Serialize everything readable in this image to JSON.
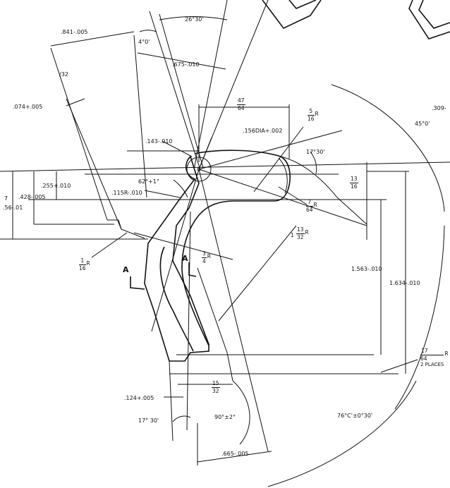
{
  "dimensions": {
    "d_841": ".841-.005",
    "d_4deg": "4°0'",
    "d_26deg": "26°30'",
    "d_675": ".675-.010",
    "d_32": "/32",
    "d_074": ".074+.005",
    "d_143": ".143-.010",
    "d_156dia": ".156DIA+.002",
    "d_17deg_top": "17°30'",
    "d_45deg": "45°0'",
    "d_309": ".309-",
    "d_255": ".255+.010",
    "d_428": ".428-.005",
    "d_56": ".56-.01",
    "d_7": "7",
    "d_115r": ".115R-.010",
    "d_62deg": "62°+1°",
    "d_1563": "1.563-.010",
    "d_1634": "1.634-.010",
    "d_124": ".124+.005",
    "d_17deg_bottom": "17° 30'",
    "d_90deg": "90°±2°",
    "d_76deg": "76°C'±0°30'",
    "d_665": ".665-.005"
  },
  "fractions": {
    "f_47_64": {
      "num": "47",
      "den": "64"
    },
    "f_5_16": {
      "num": "5",
      "den": "16",
      "suffix": "R"
    },
    "f_13_16": {
      "num": "13",
      "den": "16"
    },
    "f_7_64": {
      "num": "7",
      "den": "64",
      "suffix": "R"
    },
    "f_1_13_32": {
      "whole": "1",
      "num": "13",
      "den": "32",
      "suffix": "R"
    },
    "f_1_16": {
      "num": "1",
      "den": "16",
      "suffix": "R"
    },
    "f_3_4": {
      "num": "3",
      "den": "4",
      "suffix": "R"
    },
    "f_15_32": {
      "num": "15",
      "den": "32"
    },
    "f_17_64": {
      "num": "17",
      "den": "64",
      "suffix": "R",
      "note": "2 PLACES"
    }
  },
  "section_marks": {
    "left": "A",
    "center": "A"
  }
}
